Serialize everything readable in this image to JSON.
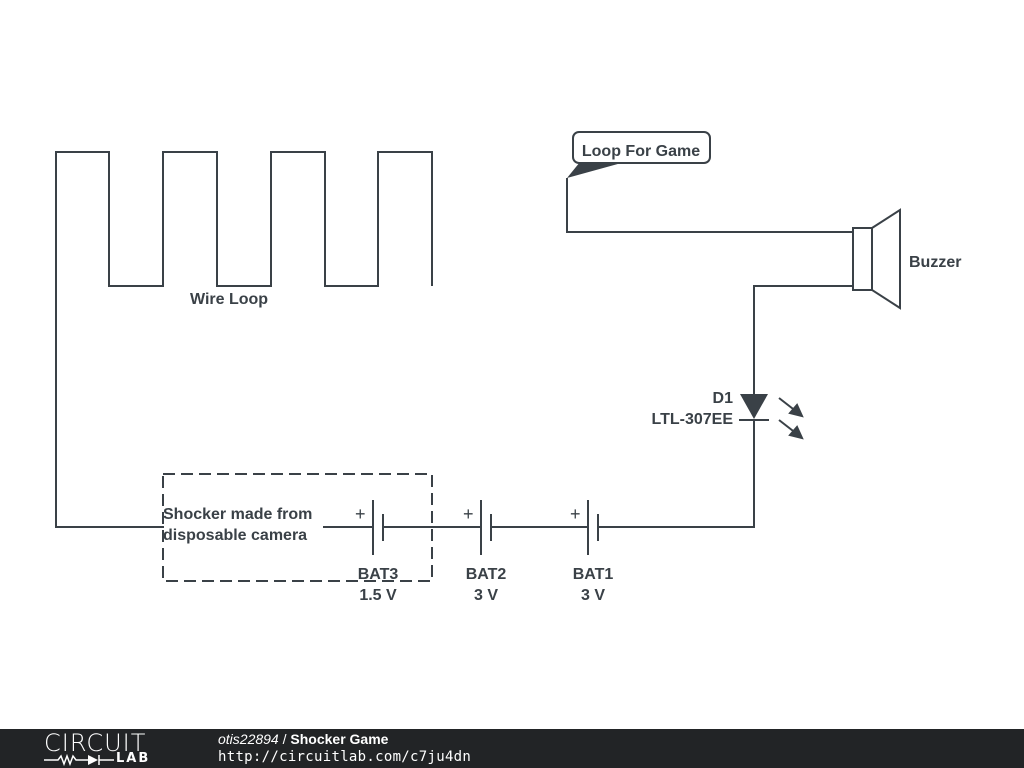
{
  "schematic": {
    "wire_loop_label": "Wire Loop",
    "loop_tag_label": "Loop For Game",
    "buzzer_label": "Buzzer",
    "diode": {
      "ref": "D1",
      "part": "LTL-307EE"
    },
    "shocker_label_line1": "Shocker made from",
    "shocker_label_line2": "disposable camera",
    "batteries": [
      {
        "ref": "BAT3",
        "value": "1.5 V"
      },
      {
        "ref": "BAT2",
        "value": "3 V"
      },
      {
        "ref": "BAT1",
        "value": "3 V"
      }
    ],
    "plus_symbol": "+"
  },
  "footer": {
    "logo_word": "CIRCUIT",
    "logo_sub": "LAB",
    "author": "otis22894",
    "separator": " / ",
    "project_title": "Shocker Game",
    "url": "http://circuitlab.com/c7ju4dn"
  },
  "colors": {
    "wire": "#3a4147",
    "footer_bg": "#222426",
    "footer_text": "#ffffff"
  }
}
